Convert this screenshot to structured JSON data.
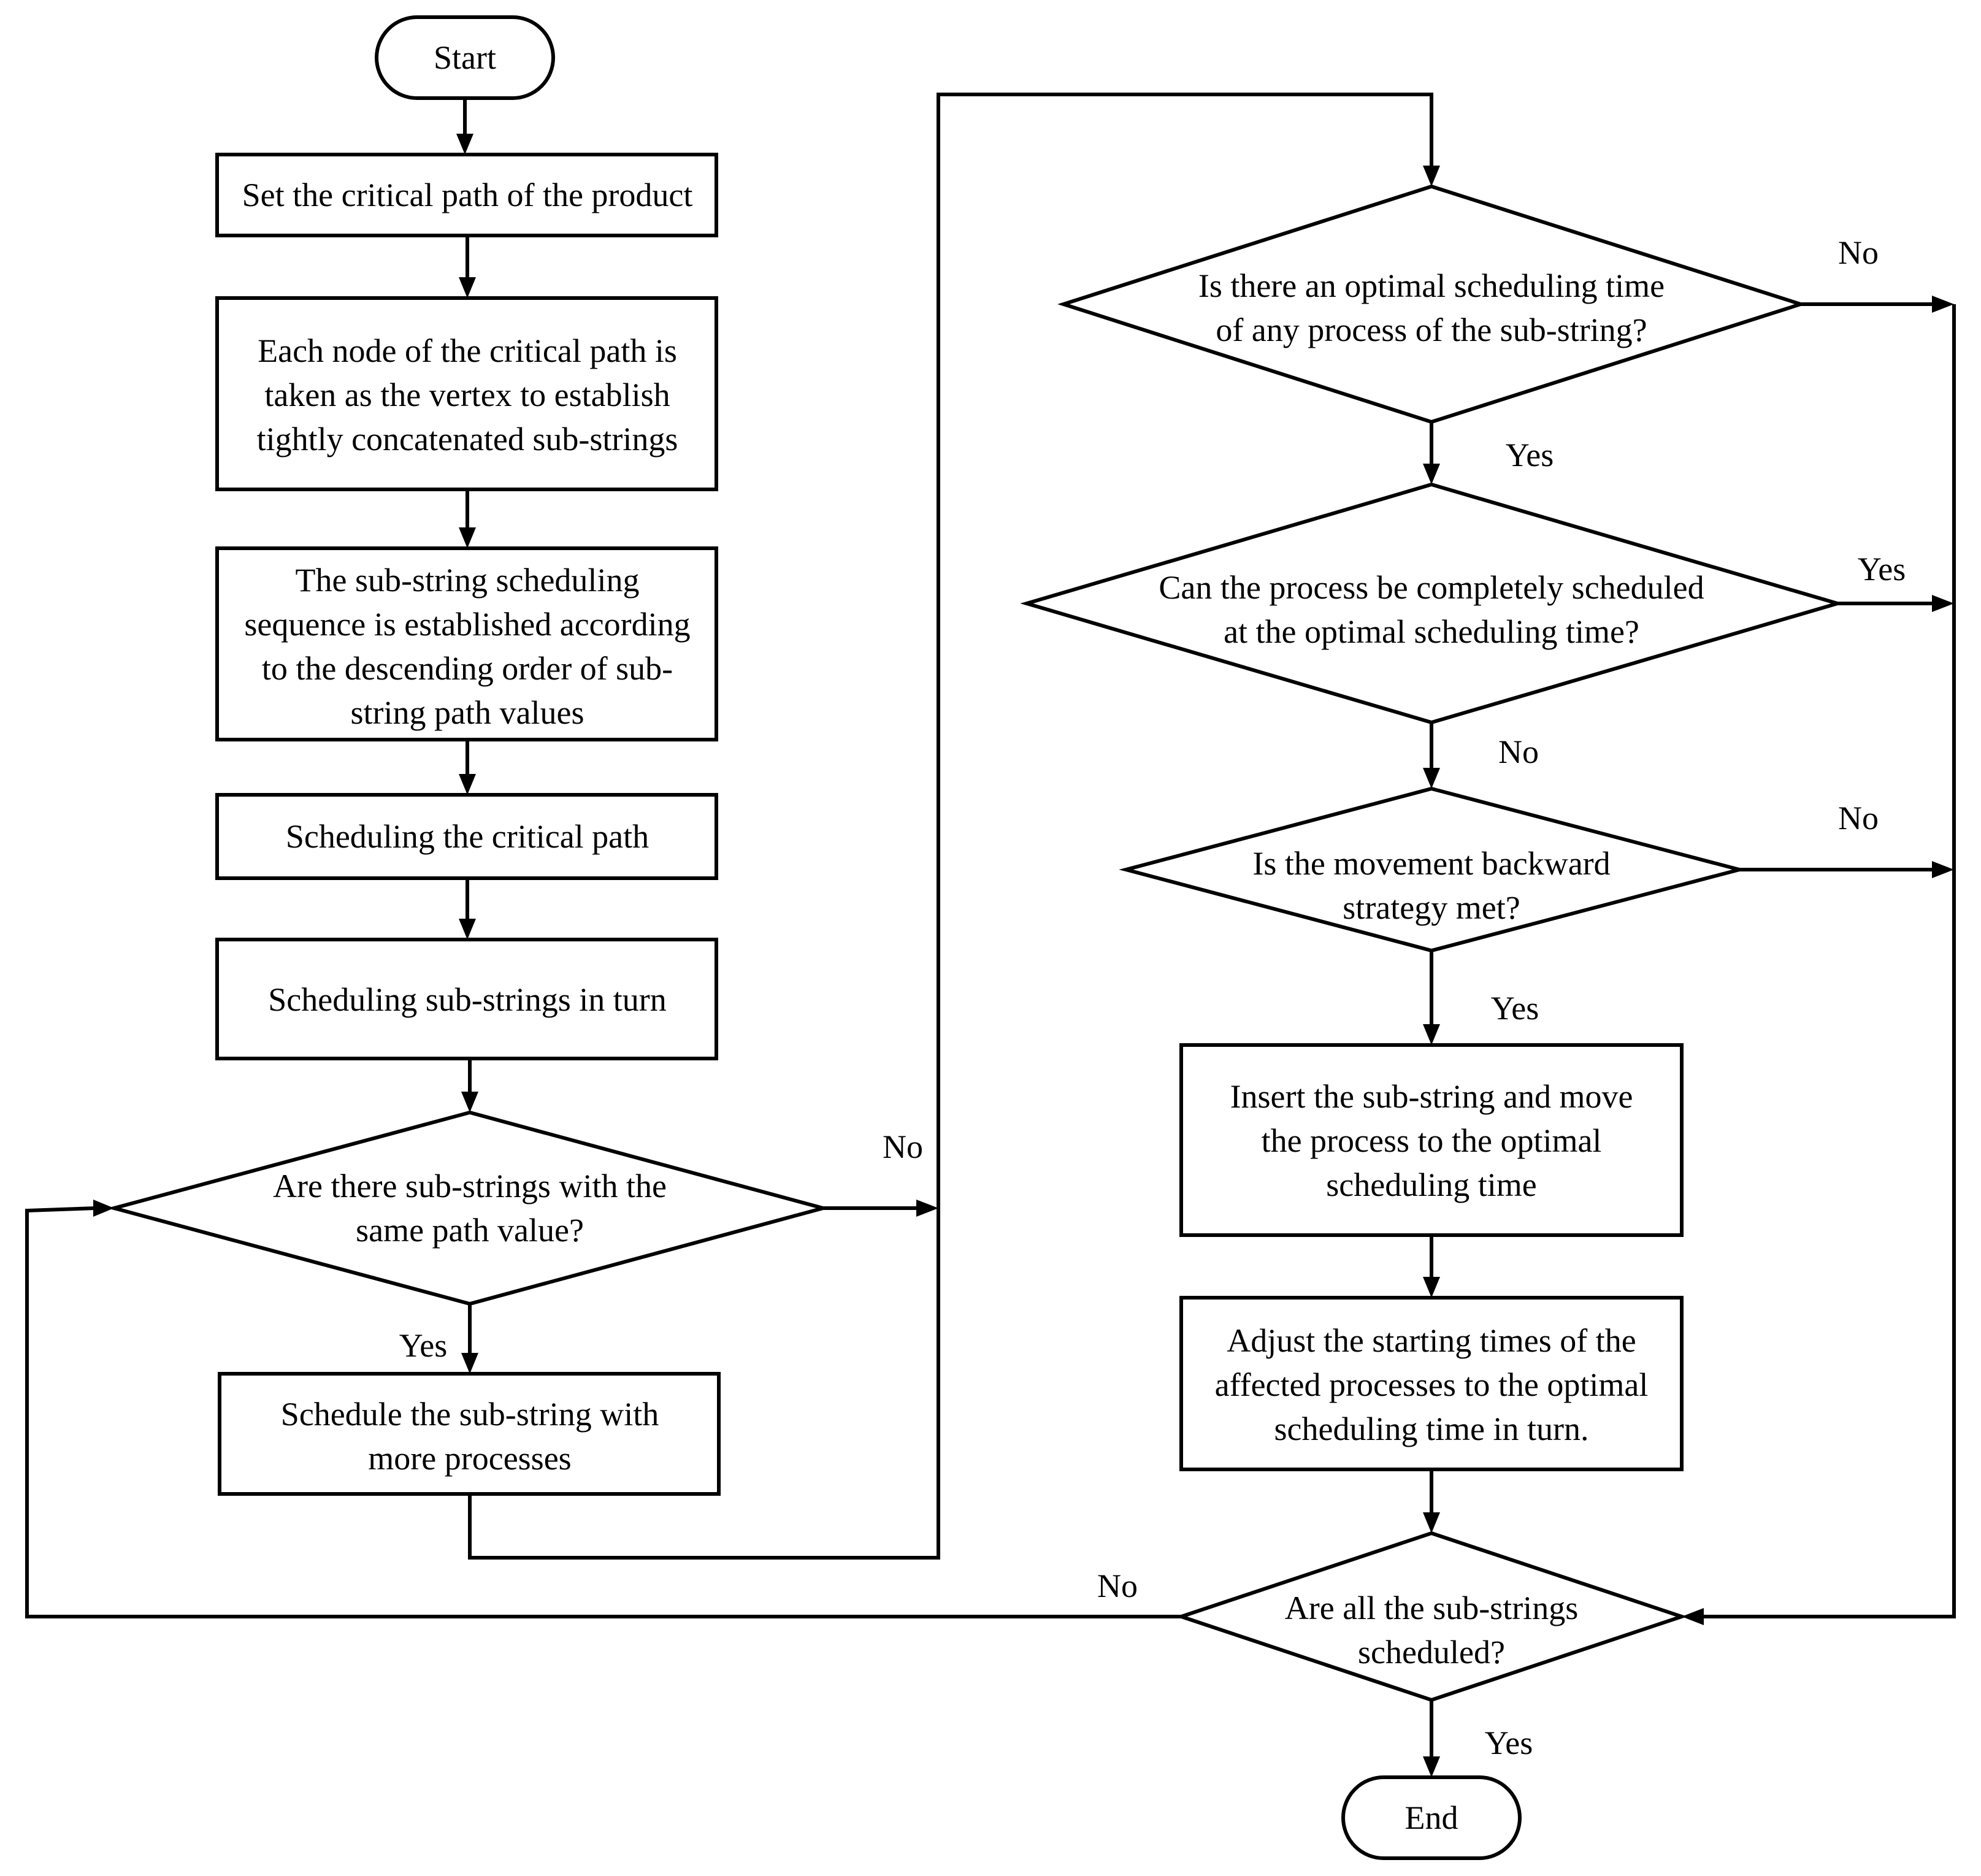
{
  "nodes": {
    "start": [
      "Start"
    ],
    "set_critical_path": [
      "Set the critical path of the product"
    ],
    "each_node": [
      "Each node of the critical path is",
      "taken as the vertex to establish",
      "tightly concatenated sub-strings"
    ],
    "sequence": [
      "The sub-string scheduling",
      "sequence is established according",
      "to the descending order of sub-",
      "string path values"
    ],
    "schedule_critical": [
      "Scheduling the critical path"
    ],
    "schedule_substrings": [
      "Scheduling sub-strings in turn"
    ],
    "same_path_value": [
      "Are there sub-strings with the",
      "same path value?"
    ],
    "schedule_more": [
      "Schedule the sub-string with",
      "more processes"
    ],
    "optimal_time": [
      "Is there an optimal scheduling time",
      "of any process of the sub-string?"
    ],
    "completely_scheduled": [
      "Can the process be completely scheduled",
      "at the optimal scheduling time?"
    ],
    "movement_backward": [
      "Is the movement backward",
      "strategy met?"
    ],
    "insert_substring": [
      "Insert the sub-string  and move",
      "the process  to the optimal",
      "scheduling time"
    ],
    "adjust_times": [
      "Adjust the starting times of the",
      "affected processes  to the optimal",
      "scheduling time in turn."
    ],
    "all_scheduled": [
      "Are all the sub-strings",
      "scheduled?"
    ],
    "end": [
      "End"
    ]
  },
  "edge_labels": {
    "same_path_no": "No",
    "same_path_yes": "Yes",
    "optimal_no": "No",
    "optimal_yes": "Yes",
    "complete_yes": "Yes",
    "complete_no": "No",
    "movement_no": "No",
    "movement_yes": "Yes",
    "all_no": "No",
    "all_yes": "Yes"
  }
}
